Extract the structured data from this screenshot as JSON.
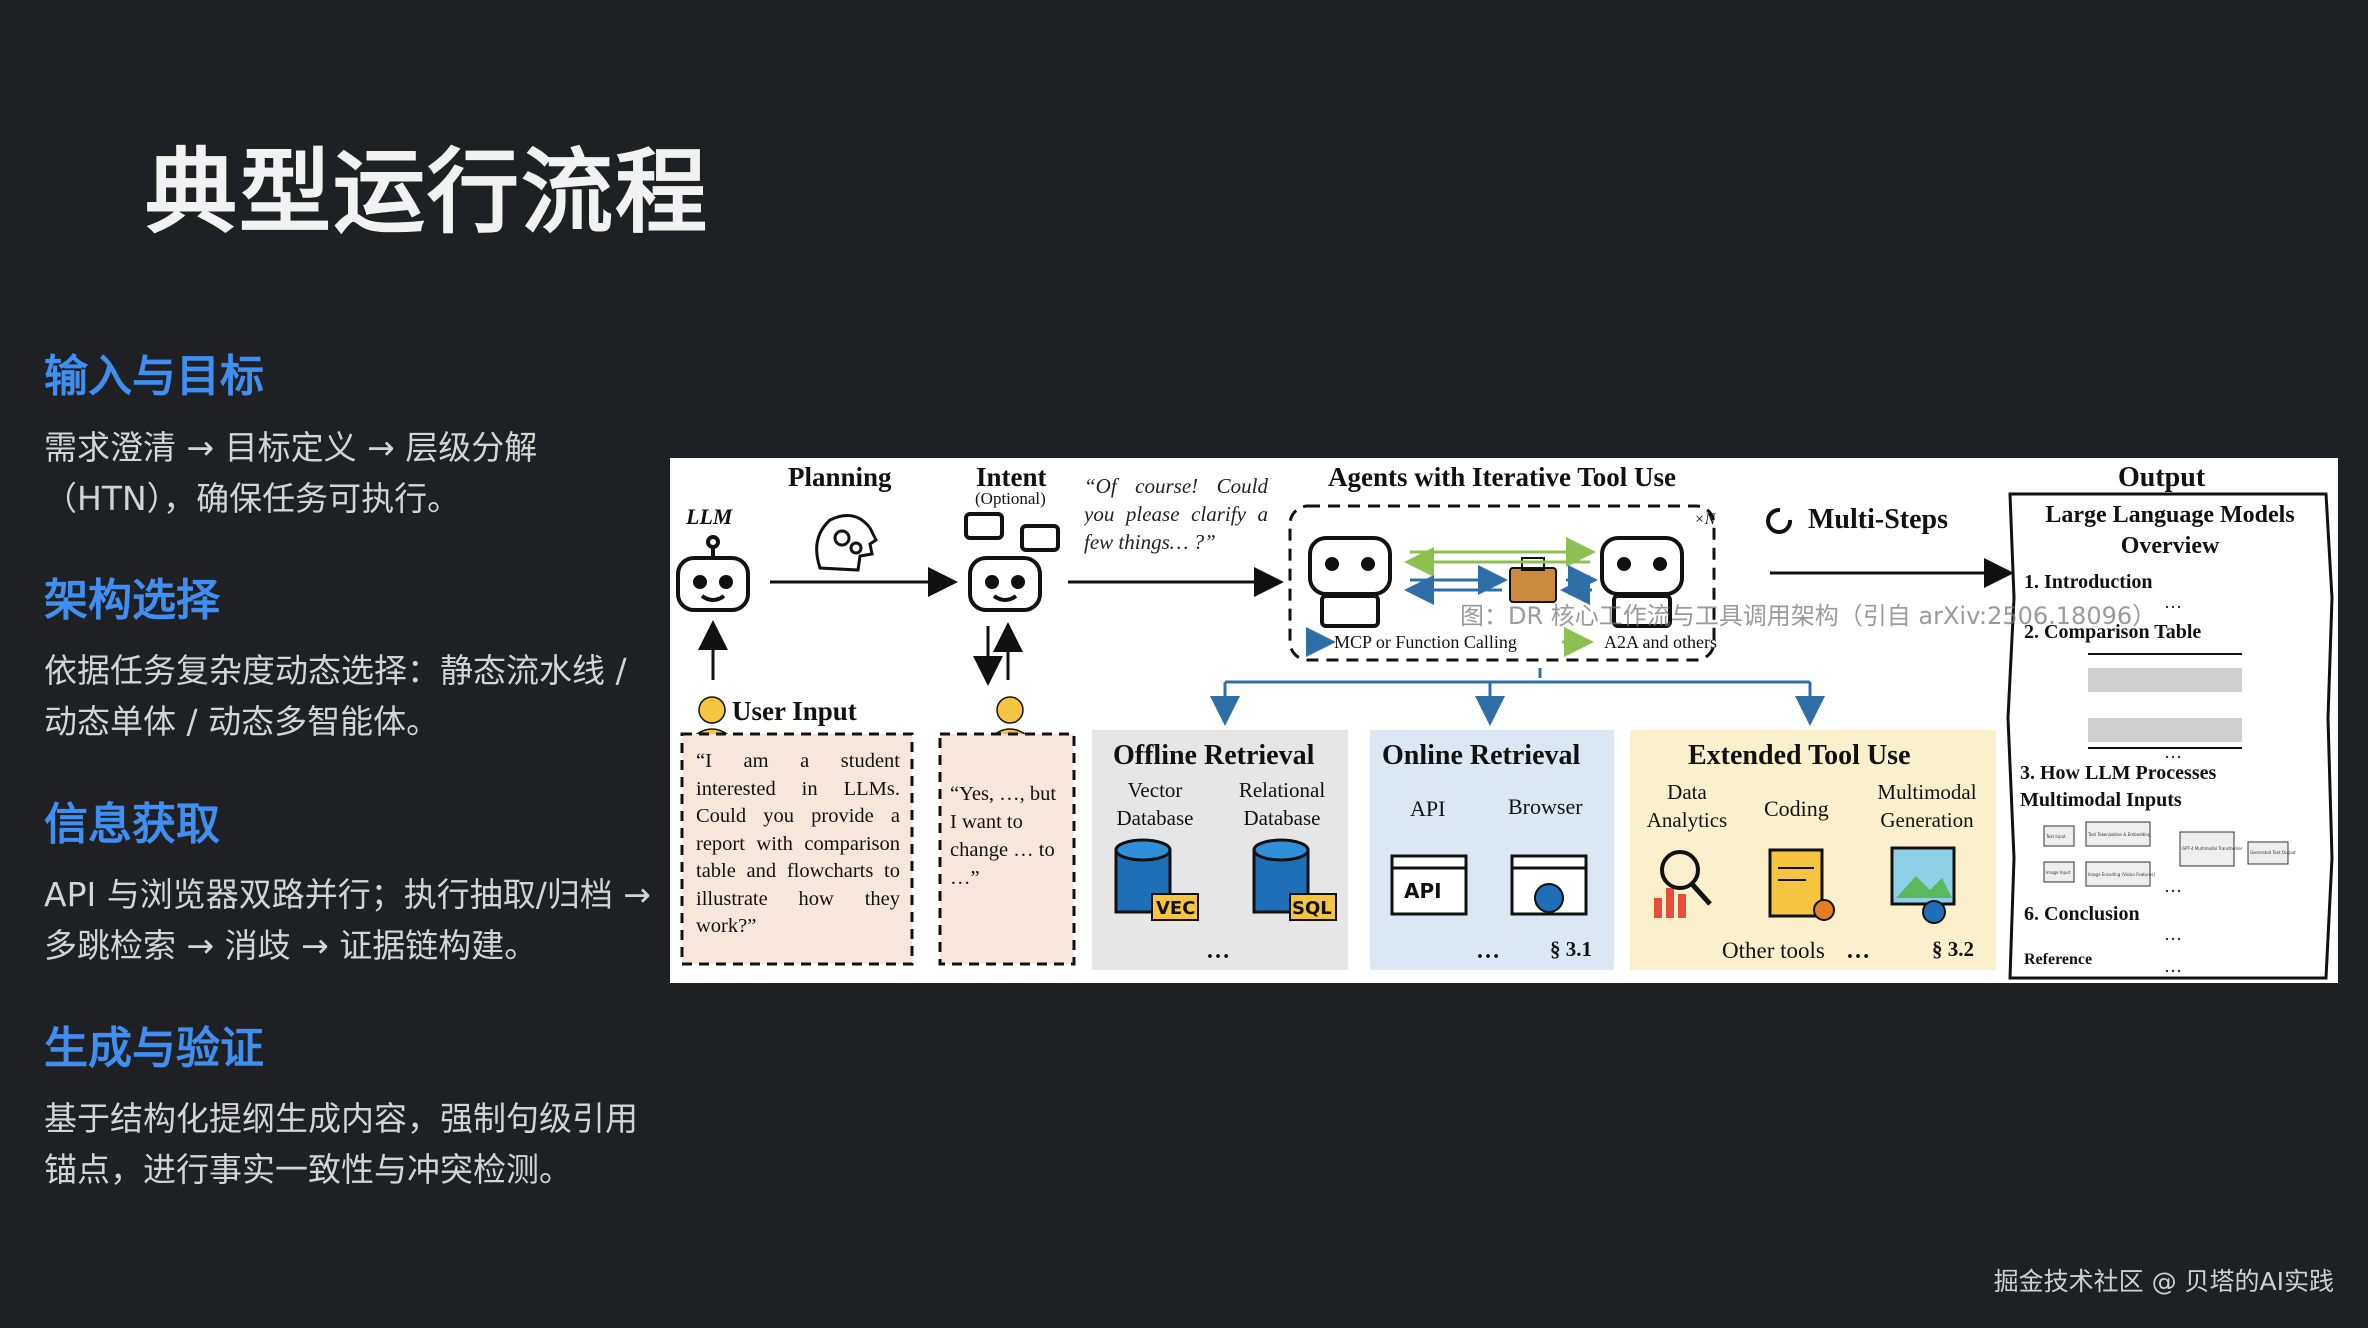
{
  "page": {
    "title": "典型运行流程",
    "footer": "掘金技术社区 @ 贝塔的AI实践"
  },
  "sections": [
    {
      "heading": "输入与目标",
      "body": "需求澄清 → 目标定义 → 层级分解（HTN），确保任务可执行。"
    },
    {
      "heading": "架构选择",
      "body": "依据任务复杂度动态选择：静态流水线 / 动态单体 / 动态多智能体。"
    },
    {
      "heading": "信息获取",
      "body": "API 与浏览器双路并行；执行抽取/归档 → 多跳检索 → 消歧 → 证据链构建。"
    },
    {
      "heading": "生成与验证",
      "body": "基于结构化提纲生成内容，强制句级引用锚点，进行事实一致性与冲突检测。"
    }
  ],
  "figure": {
    "caption": "图：DR 核心工作流与工具调用架构（引自 arXiv:2506.18096）",
    "labels": {
      "llm": "LLM",
      "planning": "Planning",
      "intent": "Intent",
      "intent_optional": "(Optional)",
      "clarify_quote": "“Of course! Could you please clarify a few things… ?”",
      "agents_title": "Agents with Iterative Tool Use",
      "times_n": "×N",
      "mcp": "MCP or Function Calling",
      "a2a": "A2A and others",
      "multi_steps": "Multi-Steps",
      "user_input": "User Input",
      "user_quote": "“I am a student interested in LLMs. Could you provide a report with comparison table and flowcharts to illustrate how they work?”",
      "reply_quote": "“Yes, …, but I want to change … to …”",
      "offline_title": "Offline Retrieval",
      "vector_db": "Vector Database",
      "relational_db": "Relational Database",
      "vec_tag": "VEC",
      "sql_tag": "SQL",
      "online_title": "Online Retrieval",
      "api": "API",
      "browser": "Browser",
      "api_tag": "API",
      "sec_31": "§ 3.1",
      "extended_title": "Extended Tool Use",
      "data_analytics": "Data Analytics",
      "coding": "Coding",
      "multimodal_gen": "Multimodal Generation",
      "other_tools": "Other tools",
      "sec_32": "§ 3.2",
      "ellipsis": "…",
      "output_title": "Output",
      "doc_title": "Large Language Models Overview",
      "doc_intro": "1. Introduction",
      "doc_table": "2. Comparison Table",
      "doc_how": "3. How LLM Processes Multimodal Inputs",
      "doc_conclusion": "6. Conclusion",
      "doc_reference": "Reference",
      "flow_text_input": "Text Input",
      "flow_text_tok": "Text Tokenization & Embedding",
      "flow_gpt4": "GPT-4 Multimodal Transformer",
      "flow_generated": "Generated Text Output",
      "flow_image_input": "Image Input",
      "flow_image_enc": "Image Encoding (Vision Features)"
    },
    "colors": {
      "offline_bg": "#e6e6e6",
      "online_bg": "#dce7f4",
      "extended_bg": "#fbf0cc",
      "input_bg": "#f7e6db",
      "arrow_blue": "#2f6fa8",
      "arrow_green": "#8cc152"
    }
  }
}
